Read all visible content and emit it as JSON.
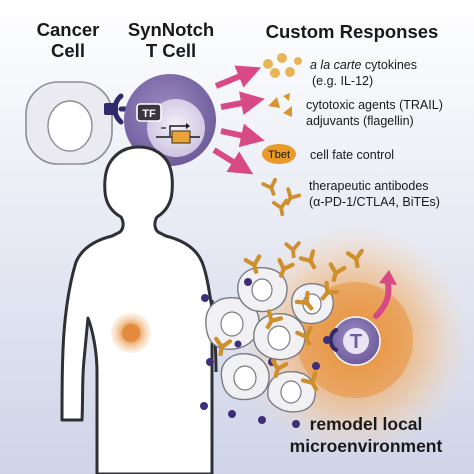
{
  "headers": {
    "cancer_line1": "Cancer",
    "cancer_line2": "Cell",
    "synnotch_line1": "SynNotch",
    "synnotch_line2": "T Cell",
    "custom": "Custom Responses"
  },
  "tf_label": "TF",
  "tbet_label": "Tbet",
  "t_label": "T",
  "responses": {
    "cytokines_italic": "a la carte",
    "cytokines_rest": " cytokines",
    "cytokines_line2": "(e.g. IL-12)",
    "cytotoxic": "cytotoxic agents (TRAIL)",
    "adjuvants": "adjuvants (flagellin)",
    "cellfate": "cell fate control",
    "antibodies_line1": "therapeutic antibodes",
    "antibodies_line2": "(α-PD-1/CTLA4, BiTEs)"
  },
  "bottom": {
    "line1": "remodel local",
    "line2": "microenvironment"
  },
  "colors": {
    "synnotch_purple": "#7d6aa6",
    "receptor_navy": "#2e2a6b",
    "arrow_pink": "#d84a86",
    "molecule_orange": "#d99a3a",
    "halo_orange": "#e8913a",
    "tbet_orange": "#e99a2a"
  }
}
